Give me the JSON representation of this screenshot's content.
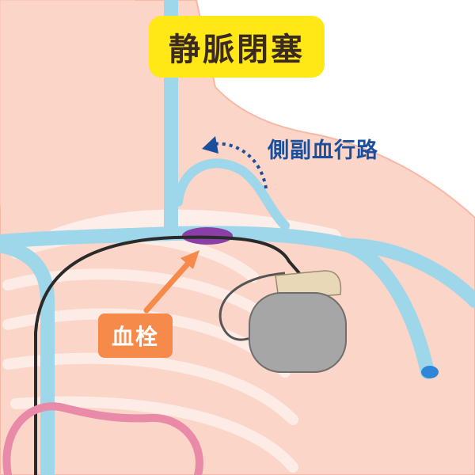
{
  "title": "静脈閉塞",
  "collateral_label": "側副血行路",
  "thrombus_label": "血栓",
  "colors": {
    "background": "#ffffff",
    "skin": "#fbd5c8",
    "skin_outline": "#f7b8a5",
    "vein": "#9ed6ea",
    "vein_end": "#2e86d6",
    "thrombus": "#8a3fa6",
    "lead_wire": "#2a2a2a",
    "pacemaker_body": "#a6a6a6",
    "pacemaker_header": "#e8d8b8",
    "title_badge": "#ffe816",
    "collateral_text": "#1b4f9c",
    "collateral_arrow": "#1b4f9c",
    "thrombus_badge": "#f58a4b",
    "heart_outline": "#e88aa8"
  },
  "icons": {
    "collateral_arrow": "dotted-curved-arrow-icon",
    "thrombus_arrow": "arrow-up-right-icon",
    "pacemaker": "pacemaker-device-icon"
  }
}
